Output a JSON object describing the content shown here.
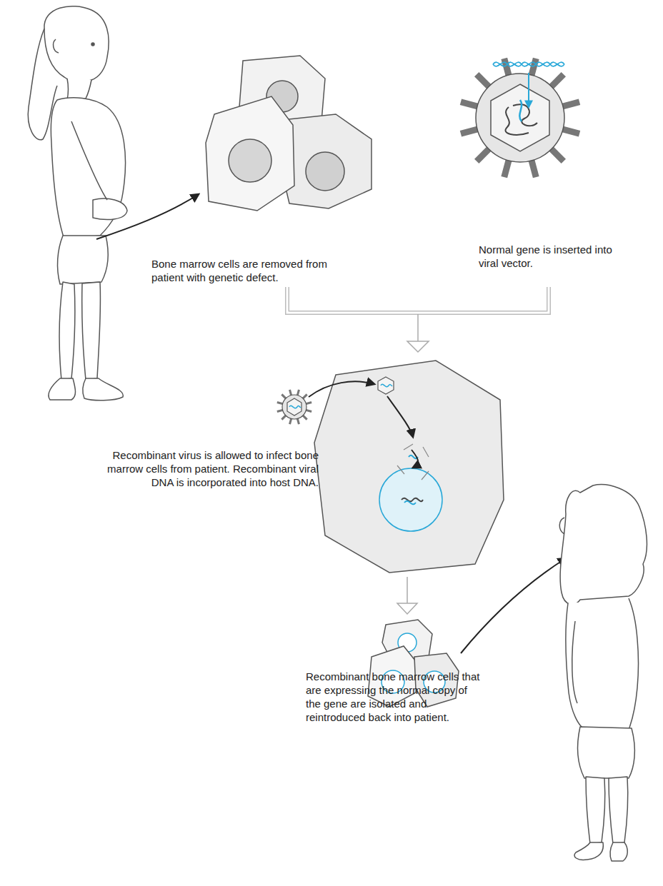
{
  "diagram": {
    "labels": [
      "Bone marrow cells are removed from patient with genetic defect.",
      "Normal gene is inserted into viral vector.",
      "Recombinant virus is allowed to infect bone marrow cells from patient. Recombinant viral DNA is incorporated into host DNA.",
      "Recombinant bone marrow cells that are expressing the normal copy of the gene are isolated and reintroduced back into patient."
    ]
  }
}
